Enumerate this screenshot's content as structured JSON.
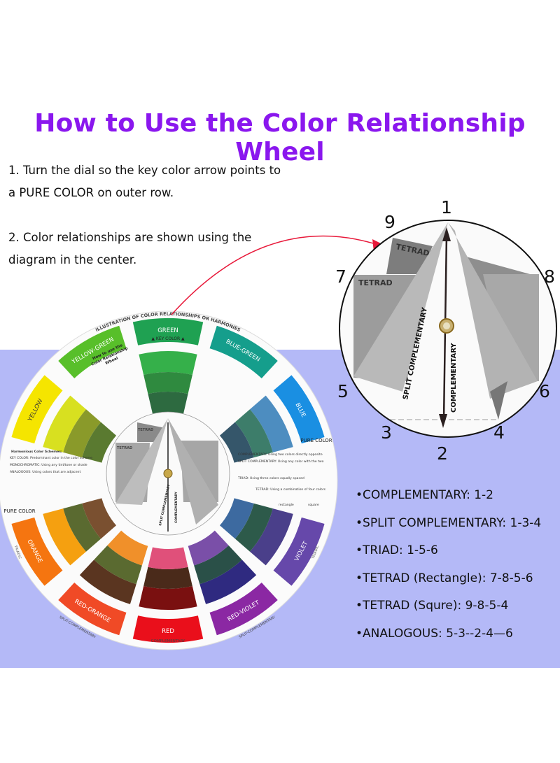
{
  "title": "How to Use the Color Relationship Wheel",
  "instructions": {
    "step1_line1": "1. Turn the dial so the key color arrow points to",
    "step1_line2": "a PURE COLOR on outer row.",
    "step2_line1": "2. Color relationships are shown using the",
    "step2_line2": "diagram in the center."
  },
  "relationships": [
    "•COMPLEMENTARY: 1-2",
    "•SPLIT COMPLEMENTARY: 1-3-4",
    "•TRIAD: 1-5-6",
    "•TETRAD (Rectangle):  7-8-5-6",
    "•TETRAD (Squre): 9-8-5-4",
    "•ANALOGOUS:  5-3--2-4—6"
  ],
  "wheel": {
    "rim_text": "ILLUSTRATION OF COLOR RELATIONSHIPS OR HARMONIES",
    "key_color": "▲ KEY COLOR ▲",
    "pure_color_right": "PURE COLOR",
    "pure_color_left": "PURE COLOR",
    "how_to_heading": "How to use the Color Relationship Wheel",
    "harmonious_heading": "Harmonious Color Schemes:",
    "key_color_def": "KEY COLOR: Predominant color in the color scheme",
    "monochromatic_def": "MONOCHROMATIC: Using any tint/tone or shade",
    "analogous_def": "ANALOGOUS: Using colors that are adjacent",
    "complementary_def": "COMPLEMENTARY: Using two colors directly opposite",
    "split_def": "SPLIT COMPLEMENTARY: Using any color with the two",
    "triad_def": "TRIAD: Using three colors equally spaced",
    "tetrad_def": "TETRAD: Using a combination of four colors",
    "rectangle": "rectangle",
    "square": "square",
    "triadic_left": "TRIADIC",
    "triadic_right": "TRIADIC",
    "split_left": "SPLIT-COMPLEMENTARY",
    "split_right": "SPLIT-COMPLEMENTARY",
    "complementary_bottom": "COMPLEMENTARY",
    "tetrad": "TETRAD",
    "center_split": "SPLIT COMPLEMENTARY",
    "center_complementary": "COMPLEMENTARY",
    "segments": [
      {
        "label": "GREEN",
        "color": "#1fa152",
        "tints": [
          "#35b04a",
          "#2f8a3f",
          "#2d6a40"
        ]
      },
      {
        "label": "BLUE-GREEN",
        "color": "#159e8c"
      },
      {
        "label": "BLUE",
        "color": "#1a8fe2",
        "tints": [
          "#4d8dc0",
          "#3d7d6a",
          "#35566a"
        ]
      },
      {
        "label": "VIOLET",
        "color": "#6648aa",
        "tints": [
          "#4a3f8a",
          "#2d5a4a",
          "#3d6aa0"
        ]
      },
      {
        "label": "RED-VIOLET",
        "color": "#8b28a3",
        "tints": [
          "#2f2a80",
          "#2a5048",
          "#7a4fa8"
        ]
      },
      {
        "label": "RED",
        "color": "#ea0f1b",
        "tints": [
          "#7a1010",
          "#4a2a1a",
          "#e0507a"
        ]
      },
      {
        "label": "RED-ORANGE",
        "color": "#f04a26",
        "tints": [
          "#5a3520",
          "#5a6a30",
          "#f0902a"
        ]
      },
      {
        "label": "ORANGE",
        "color": "#f57510",
        "tints": [
          "#f5a010",
          "#5a6a30",
          "#7a5030"
        ]
      },
      {
        "label": "YELLOW",
        "color": "#f5e500",
        "tints": [
          "#d8e020",
          "#8a9a2a",
          "#5a7a30"
        ]
      },
      {
        "label": "YELLOW-GREEN",
        "color": "#58bf2a"
      }
    ]
  },
  "zoom": {
    "points": [
      "1",
      "2",
      "3",
      "4",
      "5",
      "6",
      "7",
      "8",
      "9"
    ],
    "tetrad_top": "TETRAD",
    "tetrad_left": "TETRAD",
    "split": "SPLIT COMPLEMENTARY",
    "complementary": "COMPLEMENTARY",
    "arrow_color": "#e8193a"
  },
  "colors": {
    "title": "#8a17ee",
    "band": "#b4b9f7"
  }
}
